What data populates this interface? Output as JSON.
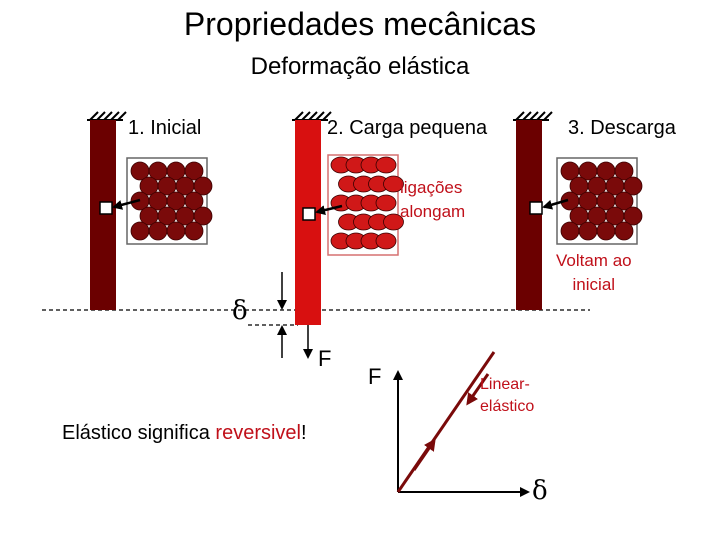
{
  "title": "Propriedades mecânicas",
  "subtitle": "Deformação elástica",
  "stages": {
    "initial": "1. Inicial",
    "loaded": "2. Carga pequena",
    "unloaded": "3. Descarga"
  },
  "annotations": {
    "bonds_stretch_line1": "ligações",
    "bonds_stretch_line2": "alongam",
    "return_line1": "Voltam ao",
    "return_line2": "inicial",
    "delta_symbol": "δ",
    "force_label": "F"
  },
  "graph": {
    "y_label": "F",
    "x_label": "δ",
    "curve_label_line1": "Linear-",
    "curve_label_line2": "elástico"
  },
  "footer": {
    "prefix": "Elástico significa ",
    "emphasis": "reversivel",
    "suffix": "!"
  },
  "colors": {
    "dark_red": "#6b0000",
    "bright_red": "#d81010",
    "atom_dark": "#7a0a0a",
    "atom_bright": "#d01818",
    "text_red": "#c0101a"
  }
}
